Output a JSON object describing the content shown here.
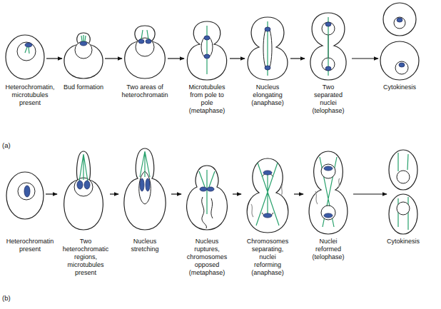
{
  "diagram": {
    "nodes": [
      {
        "text": [
          "Heterochromatin, microtubules present"
        ]
      },
      {
        "text": [
          "Bud formation"
        ]
      },
      {
        "text": [
          "Two areas of heterochromatin"
        ]
      },
      {
        "text": [
          "Microtubules from pole to pole (metaphase)"
        ]
      },
      {
        "text": [
          "Nucleus elongating (anaphase)"
        ]
      },
      {
        "text": [
          "Two separated nuclei (telophase)"
        ]
      },
      {
        "text": [
          "Cytokinesis"
        ]
      },
      {
        "text": [
          "Heterochromatin present"
        ]
      },
      {
        "text": [
          "Two heterochromatic regions, microtubules present"
        ]
      },
      {
        "text": [
          "Nucleus stretching"
        ]
      },
      {
        "text": [
          "Nucleus ruptures, chromosomes opposed (metaphase)"
        ]
      },
      {
        "text": [
          "Chromosomes separating, nuclei reforming (anaphase)"
        ]
      },
      {
        "text": [
          "Nuclei reformed (telophase)"
        ]
      },
      {
        "text": [
          "Cytokinesis"
        ]
      }
    ],
    "edges": [
      {
        "from": 0,
        "to": 1,
        "arrow": "to"
      },
      {
        "from": 1,
        "to": 2,
        "arrow": "to"
      },
      {
        "from": 2,
        "to": 3,
        "arrow": "to"
      },
      {
        "from": 3,
        "to": 4,
        "arrow": "to"
      },
      {
        "from": 4,
        "to": 5,
        "arrow": "to"
      },
      {
        "from": 5,
        "to": 6,
        "arrow": "to"
      },
      {
        "from": 7,
        "to": 8,
        "arrow": "to"
      },
      {
        "from": 8,
        "to": 9,
        "arrow": "to"
      },
      {
        "from": 9,
        "to": 10,
        "arrow": "to"
      },
      {
        "from": 10,
        "to": 11,
        "arrow": "to"
      },
      {
        "from": 11,
        "to": 12,
        "arrow": "to"
      },
      {
        "from": 12,
        "to": 13,
        "arrow": "to"
      }
    ],
    "labels": [
      "(a)",
      "(b)"
    ]
  }
}
